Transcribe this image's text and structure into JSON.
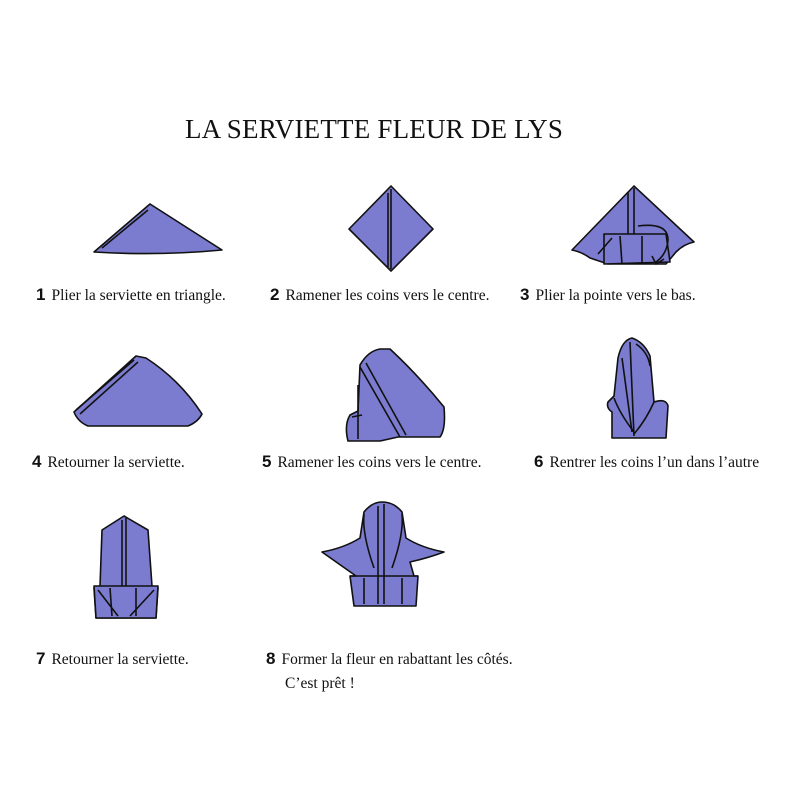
{
  "title": "LA SERVIETTE FLEUR DE LYS",
  "colors": {
    "napkin": "#7b7bd0",
    "outline": "#111111"
  },
  "steps": [
    {
      "num": "1",
      "text": "Plier la serviette en triangle."
    },
    {
      "num": "2",
      "text": "Ramener les coins vers le centre."
    },
    {
      "num": "3",
      "text": "Plier la pointe vers le bas."
    },
    {
      "num": "4",
      "text": "Retourner la serviette."
    },
    {
      "num": "5",
      "text": "Ramener les coins vers le centre."
    },
    {
      "num": "6",
      "text": "Rentrer les coins l’un dans l’autre"
    },
    {
      "num": "7",
      "text": "Retourner la serviette."
    },
    {
      "num": "8",
      "text": "Former la fleur en rabattant les côtés.",
      "text2": "C’est prêt !"
    }
  ]
}
